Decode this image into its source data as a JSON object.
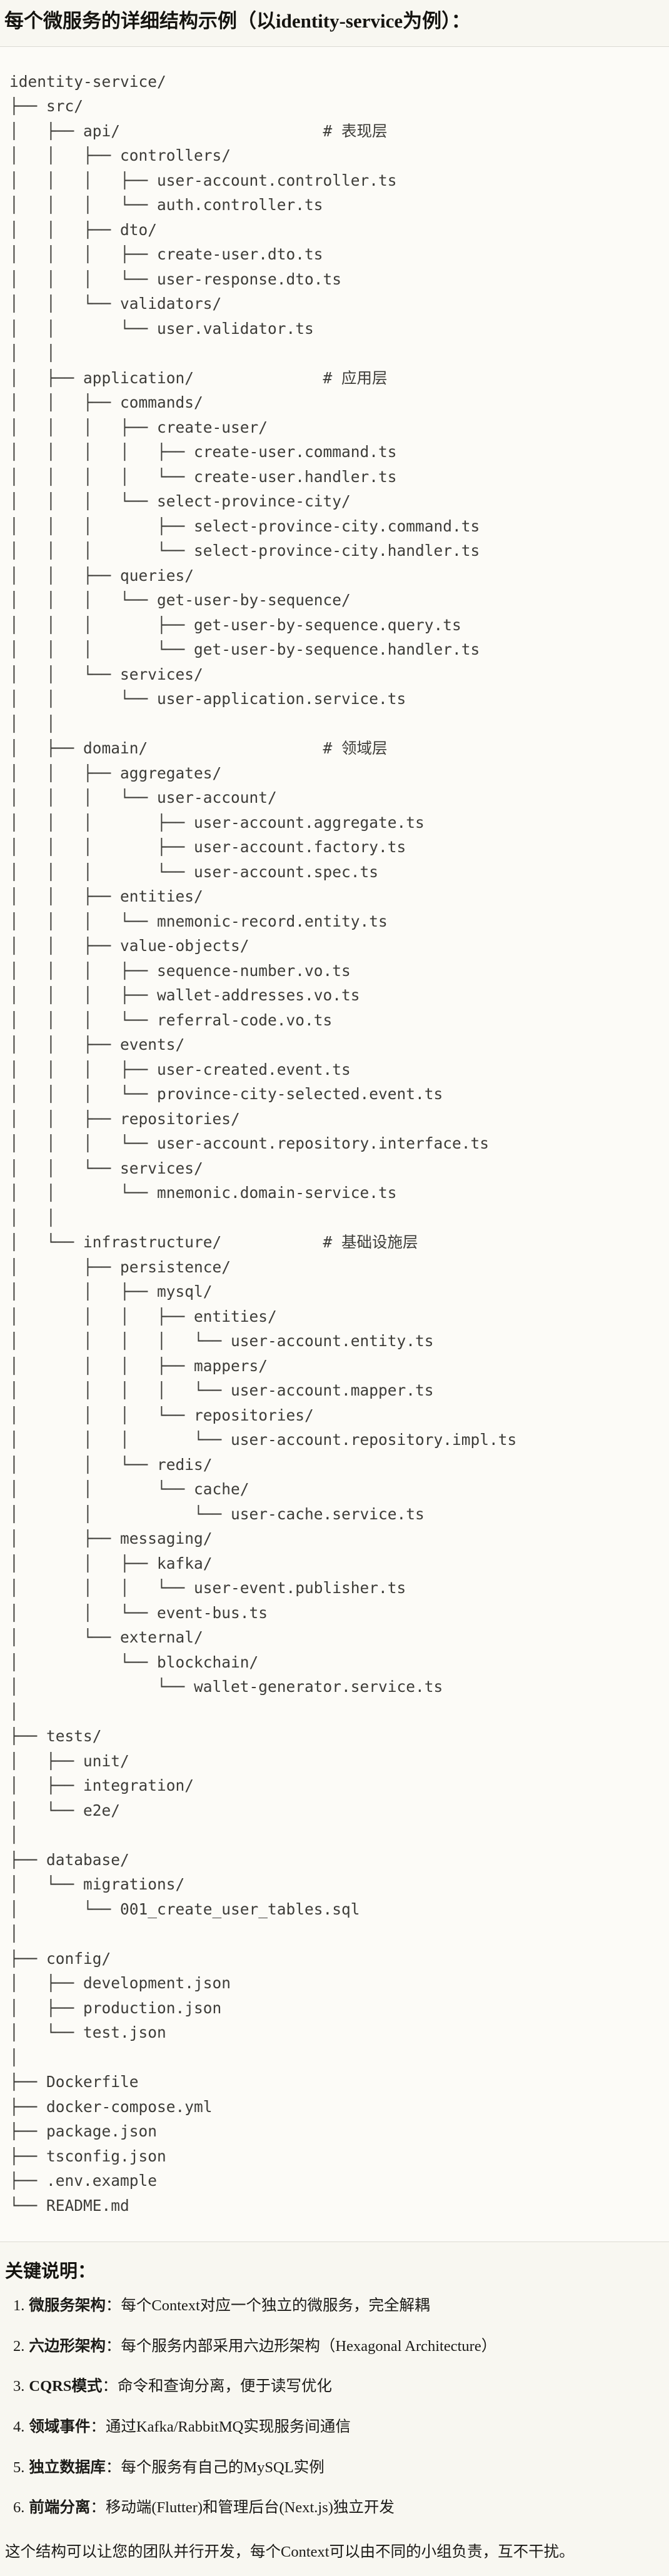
{
  "page": {
    "title": "每个微服务的详细结构示例（以identity-service为例）："
  },
  "colors": {
    "page_background": "#f8f7f1",
    "code_background": "#fcfbf7",
    "code_border": "#dcdbd3",
    "code_text": "#3d3c38",
    "body_text": "#1b1a17"
  },
  "code_block": {
    "lines": [
      "identity-service/",
      "├── src/",
      "│   ├── api/                      # 表现层",
      "│   │   ├── controllers/",
      "│   │   │   ├── user-account.controller.ts",
      "│   │   │   └── auth.controller.ts",
      "│   │   ├── dto/",
      "│   │   │   ├── create-user.dto.ts",
      "│   │   │   └── user-response.dto.ts",
      "│   │   └── validators/",
      "│   │       └── user.validator.ts",
      "│   │",
      "│   ├── application/              # 应用层",
      "│   │   ├── commands/",
      "│   │   │   ├── create-user/",
      "│   │   │   │   ├── create-user.command.ts",
      "│   │   │   │   └── create-user.handler.ts",
      "│   │   │   └── select-province-city/",
      "│   │   │       ├── select-province-city.command.ts",
      "│   │   │       └── select-province-city.handler.ts",
      "│   │   ├── queries/",
      "│   │   │   └── get-user-by-sequence/",
      "│   │   │       ├── get-user-by-sequence.query.ts",
      "│   │   │       └── get-user-by-sequence.handler.ts",
      "│   │   └── services/",
      "│   │       └── user-application.service.ts",
      "│   │",
      "│   ├── domain/                   # 领域层",
      "│   │   ├── aggregates/",
      "│   │   │   └── user-account/",
      "│   │   │       ├── user-account.aggregate.ts",
      "│   │   │       ├── user-account.factory.ts",
      "│   │   │       └── user-account.spec.ts",
      "│   │   ├── entities/",
      "│   │   │   └── mnemonic-record.entity.ts",
      "│   │   ├── value-objects/",
      "│   │   │   ├── sequence-number.vo.ts",
      "│   │   │   ├── wallet-addresses.vo.ts",
      "│   │   │   └── referral-code.vo.ts",
      "│   │   ├── events/",
      "│   │   │   ├── user-created.event.ts",
      "│   │   │   └── province-city-selected.event.ts",
      "│   │   ├── repositories/",
      "│   │   │   └── user-account.repository.interface.ts",
      "│   │   └── services/",
      "│   │       └── mnemonic.domain-service.ts",
      "│   │",
      "│   └── infrastructure/           # 基础设施层",
      "│       ├── persistence/",
      "│       │   ├── mysql/",
      "│       │   │   ├── entities/",
      "│       │   │   │   └── user-account.entity.ts",
      "│       │   │   ├── mappers/",
      "│       │   │   │   └── user-account.mapper.ts",
      "│       │   │   └── repositories/",
      "│       │   │       └── user-account.repository.impl.ts",
      "│       │   └── redis/",
      "│       │       └── cache/",
      "│       │           └── user-cache.service.ts",
      "│       ├── messaging/",
      "│       │   ├── kafka/",
      "│       │   │   └── user-event.publisher.ts",
      "│       │   └── event-bus.ts",
      "│       └── external/",
      "│           └── blockchain/",
      "│               └── wallet-generator.service.ts",
      "│",
      "├── tests/",
      "│   ├── unit/",
      "│   ├── integration/",
      "│   └── e2e/",
      "│",
      "├── database/",
      "│   └── migrations/",
      "│       └── 001_create_user_tables.sql",
      "│",
      "├── config/",
      "│   ├── development.json",
      "│   ├── production.json",
      "│   └── test.json",
      "│",
      "├── Dockerfile",
      "├── docker-compose.yml",
      "├── package.json",
      "├── tsconfig.json",
      "├── .env.example",
      "└── README.md"
    ]
  },
  "notes": {
    "heading": "关键说明：",
    "colon": "：",
    "items": [
      {
        "number": "1.",
        "label": "微服务架构",
        "text": "每个Context对应一个独立的微服务，完全解耦"
      },
      {
        "number": "2.",
        "label": "六边形架构",
        "text": "每个服务内部采用六边形架构（Hexagonal Architecture）"
      },
      {
        "number": "3.",
        "label": "CQRS模式",
        "text": "命令和查询分离，便于读写优化"
      },
      {
        "number": "4.",
        "label": "领域事件",
        "text": "通过Kafka/RabbitMQ实现服务间通信"
      },
      {
        "number": "5.",
        "label": "独立数据库",
        "text": "每个服务有自己的MySQL实例"
      },
      {
        "number": "6.",
        "label": "前端分离",
        "text": "移动端(Flutter)和管理后台(Next.js)独立开发"
      }
    ],
    "footer": "这个结构可以让您的团队并行开发，每个Context可以由不同的小组负责，互不干扰。"
  }
}
